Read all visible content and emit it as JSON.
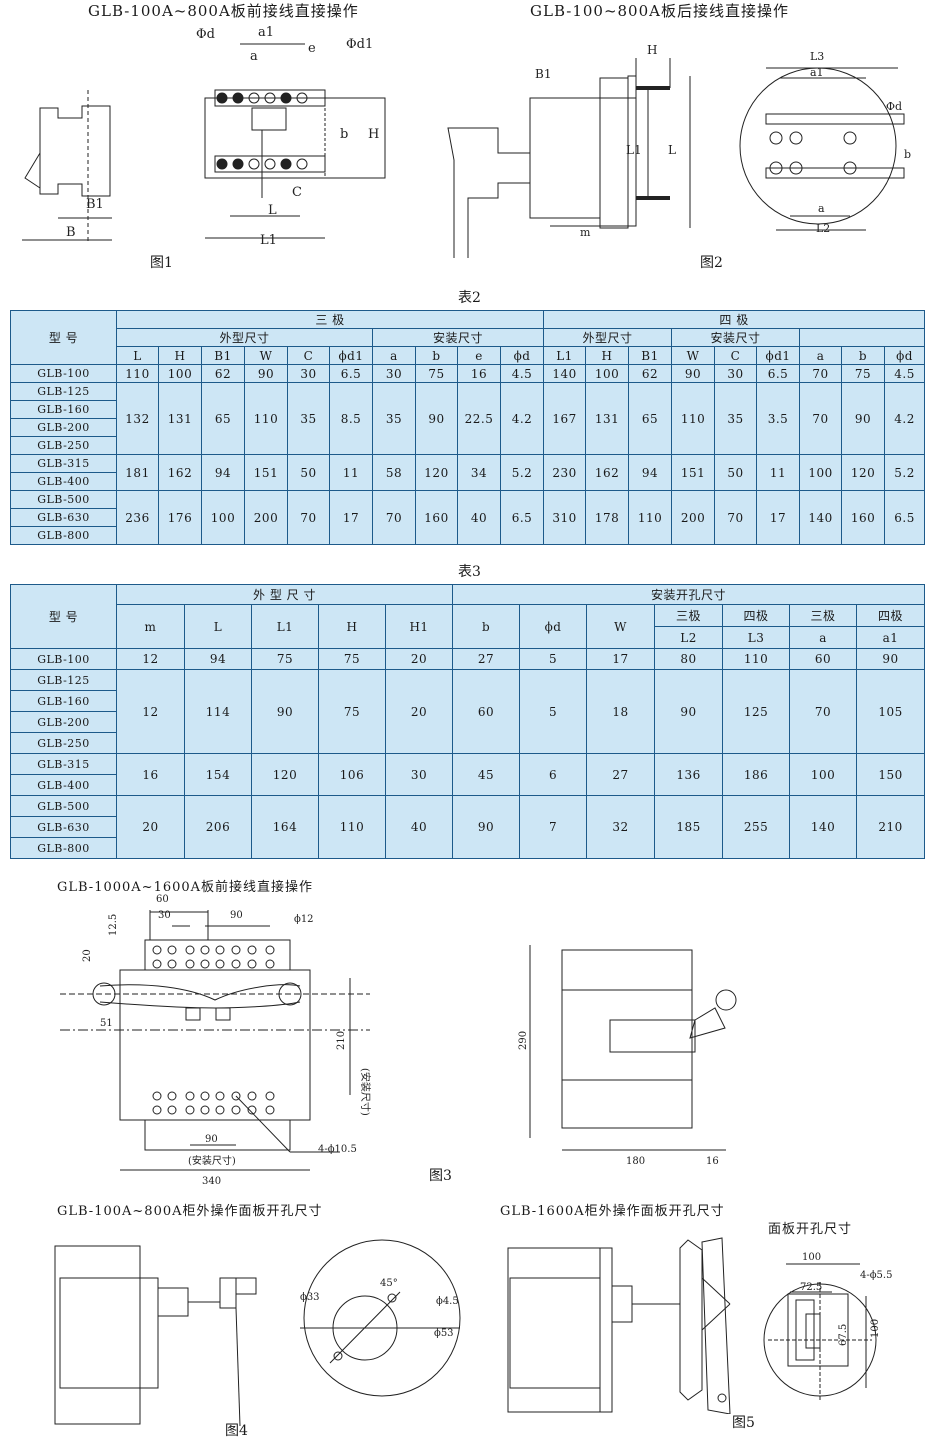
{
  "fig1": {
    "title": "GLB-100A~800A板前接线直接操作",
    "caption": "图1",
    "labels": {
      "phid": "Φd",
      "a1": "a1",
      "e": "e",
      "phid1": "Φd1",
      "a": "a",
      "b": "b",
      "H": "H",
      "B1": "B1",
      "B": "B",
      "C": "C",
      "L": "L",
      "L1": "L1"
    }
  },
  "fig2": {
    "title": "GLB-100~800A板后接线直接操作",
    "caption": "图2",
    "labels": {
      "H": "H",
      "B1": "B1",
      "L1": "L1",
      "L": "L",
      "m": "m",
      "L3": "L3",
      "a1": "a1",
      "phid": "Φd",
      "b": "b",
      "a": "a",
      "L2": "L2"
    }
  },
  "table2": {
    "caption": "表2",
    "model_header": "型  号",
    "three_pole": "三     极",
    "four_pole": "四     极",
    "outline": "外型尺寸",
    "install": "安装尺寸",
    "cols": [
      "L",
      "H",
      "B1",
      "W",
      "C",
      "ϕd1",
      "a",
      "b",
      "e",
      "ϕd",
      "L1",
      "H",
      "B1",
      "W",
      "C",
      "ϕd1",
      "a",
      "b",
      "ϕd"
    ],
    "models": [
      "GLB-100",
      "GLB-125",
      "GLB-160",
      "GLB-200",
      "GLB-250",
      "GLB-315",
      "GLB-400",
      "GLB-500",
      "GLB-630",
      "GLB-800"
    ],
    "groups": [
      [
        "110",
        "100",
        "62",
        "90",
        "30",
        "6.5",
        "30",
        "75",
        "16",
        "4.5",
        "140",
        "100",
        "62",
        "90",
        "30",
        "6.5",
        "70",
        "75",
        "4.5"
      ],
      [
        "132",
        "131",
        "65",
        "110",
        "35",
        "8.5",
        "35",
        "90",
        "22.5",
        "4.2",
        "167",
        "131",
        "65",
        "110",
        "35",
        "3.5",
        "70",
        "90",
        "4.2"
      ],
      [
        "181",
        "162",
        "94",
        "151",
        "50",
        "11",
        "58",
        "120",
        "34",
        "5.2",
        "230",
        "162",
        "94",
        "151",
        "50",
        "11",
        "100",
        "120",
        "5.2"
      ],
      [
        "236",
        "176",
        "100",
        "200",
        "70",
        "17",
        "70",
        "160",
        "40",
        "6.5",
        "310",
        "178",
        "110",
        "200",
        "70",
        "17",
        "140",
        "160",
        "6.5"
      ]
    ]
  },
  "table3": {
    "caption": "表3",
    "model_header": "型  号",
    "outline": "外 型 尺 寸",
    "cutout": "安装开孔尺寸",
    "three_pole": "三极",
    "four_pole": "四极",
    "cols": [
      "m",
      "L",
      "L1",
      "H",
      "H1",
      "b",
      "ϕd",
      "W",
      "L2",
      "L3",
      "a",
      "a1"
    ],
    "models": [
      "GLB-100",
      "GLB-125",
      "GLB-160",
      "GLB-200",
      "GLB-250",
      "GLB-315",
      "GLB-400",
      "GLB-500",
      "GLB-630",
      "GLB-800"
    ],
    "groups": [
      [
        "12",
        "94",
        "75",
        "75",
        "20",
        "27",
        "5",
        "17",
        "80",
        "110",
        "60",
        "90"
      ],
      [
        "12",
        "114",
        "90",
        "75",
        "20",
        "60",
        "5",
        "18",
        "90",
        "125",
        "70",
        "105"
      ],
      [
        "16",
        "154",
        "120",
        "106",
        "30",
        "45",
        "6",
        "27",
        "136",
        "186",
        "100",
        "150"
      ],
      [
        "20",
        "206",
        "164",
        "110",
        "40",
        "90",
        "7",
        "32",
        "185",
        "255",
        "140",
        "210"
      ]
    ]
  },
  "fig3": {
    "title": "GLB-1000A~1600A板前接线直接操作",
    "caption": "图3",
    "labels": {
      "d60": "60",
      "d30": "30",
      "d90": "90",
      "d12_5": "12.5",
      "phi12": "ϕ12",
      "d20": "20",
      "d51": "51",
      "d210": "210",
      "install_v": "(安装尺寸)",
      "d90b": "90",
      "install_h": "(安装尺寸)",
      "hole": "4-ϕ10.5",
      "d340": "340",
      "d290": "290",
      "d180": "180",
      "d16": "16"
    }
  },
  "fig4": {
    "title": "GLB-100A~800A柜外操作面板开孔尺寸",
    "caption": "图4",
    "labels": {
      "phi33": "ϕ33",
      "deg45": "45°",
      "phi4_5": "ϕ4.5",
      "phi53": "ϕ53"
    }
  },
  "fig5": {
    "title": "GLB-1600A柜外操作面板开孔尺寸",
    "caption": "图5",
    "panel_title": "面板开孔尺寸",
    "labels": {
      "d100": "100",
      "hole": "4-ϕ5.5",
      "d72_5": "72.5",
      "d67_5": "67.5",
      "d100v": "100"
    }
  },
  "colors": {
    "cell": "#cde6f5",
    "border": "#1d5a8a"
  }
}
